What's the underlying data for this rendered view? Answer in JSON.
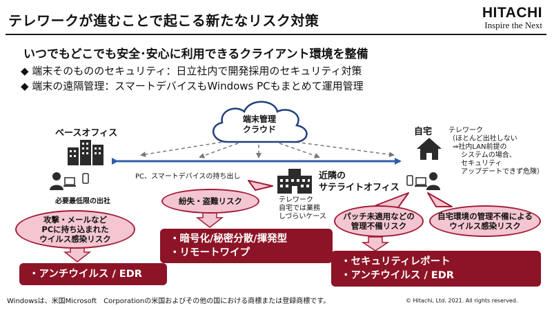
{
  "slide": {
    "title": "テレワークが進むことで起こる新たなリスク対策",
    "headline": "いつでもどこでも安全･安心に利用できるクライアント環境を整備",
    "bullets": [
      "◆ 端末そのもののセキュリティ：日立社内で開発採用のセキュリティ対策",
      "◆ 端末の遠隔管理：スマートデバイスもWindows PCもまとめて運用管理"
    ],
    "footnote": "Windowsは、米国Microsoft　Corporationの米国およびその他の国における商標または登録商標です。",
    "copyright": "© Hitachi, Ltd. 2021. All rights reserved."
  },
  "logo": {
    "name": "HITACHI",
    "tagline": "Inspire the Next"
  },
  "cloud": {
    "line1": "端末管理",
    "line2": "クラウド"
  },
  "base_office": {
    "label": "ベースオフィス",
    "caption": "必要最低限の出社"
  },
  "satellite": {
    "label1": "近隣の",
    "label2": "サテライトオフィス",
    "note": [
      "テレワーク",
      "自宅では業務",
      "しづらいケース"
    ]
  },
  "home": {
    "label": "自宅",
    "note": [
      "テレワーク",
      "（ほとんど出社しない",
      "⇒社内LAN前提の",
      "システムの場合、",
      "セキュリティ",
      "アップデートできず危険）"
    ]
  },
  "transit": {
    "label": "PC、スマートデバイスの持ち出し"
  },
  "risks": {
    "attack": [
      "攻撃・メールなど",
      "PCに持ち込まれた",
      "ウイルス感染リスク"
    ],
    "loss": [
      "紛失・盗難リスク"
    ],
    "patch": [
      "パッチ未適用などの",
      "管理不備リスク"
    ],
    "home_mgmt": [
      "自宅環境の管理不備による",
      "ウイルス感染リスク"
    ]
  },
  "solutions": {
    "antivirus": [
      "・アンチウイルス / EDR"
    ],
    "encryption": [
      "・暗号化/秘密分散/揮発型",
      "・リモートワイプ"
    ],
    "report": [
      "・セキュリティレポート",
      "・アンチウイルス / EDR"
    ]
  },
  "colors": {
    "accent_dark": "#8c1426",
    "bubble_fill": "#f3c6d2",
    "line_blue": "#2f5ea8",
    "icon_dark": "#2b2b2b"
  }
}
